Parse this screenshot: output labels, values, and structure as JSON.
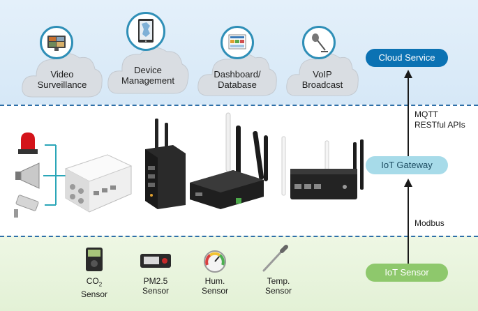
{
  "cloud_layer": {
    "items": [
      {
        "line1": "Video",
        "line2": "Surveillance",
        "icon": "surveillance-monitor-icon"
      },
      {
        "line1": "Device",
        "line2": "Management",
        "icon": "tablet-map-icon"
      },
      {
        "line1": "Dashboard/",
        "line2": "Database",
        "icon": "dashboard-icon"
      },
      {
        "line1": "VoIP",
        "line2": "Broadcast",
        "icon": "microphone-icon"
      }
    ]
  },
  "stack": {
    "cloud_service": "Cloud Service",
    "iot_gateway": "IoT Gateway",
    "iot_sensor": "IoT Sensor",
    "upper_protocols": [
      "MQTT",
      "RESTful APIs"
    ],
    "lower_protocol": "Modbus"
  },
  "sensors": [
    {
      "line1": "CO",
      "sub": "2",
      "line2": "Sensor",
      "icon": "co2-sensor-icon"
    },
    {
      "line1": "PM2.5",
      "sub": "",
      "line2": "Sensor",
      "icon": "pm25-sensor-icon"
    },
    {
      "line1": "Hum.",
      "sub": "",
      "line2": "Sensor",
      "icon": "humidity-gauge-icon"
    },
    {
      "line1": "Temp.",
      "sub": "",
      "line2": "Sensor",
      "icon": "temperature-probe-icon"
    }
  ],
  "colors": {
    "cloud_service": "#0b72b3",
    "iot_gateway": "#a7dbe9",
    "iot_sensor": "#8ec86c",
    "separator": "#2d6fa8"
  }
}
